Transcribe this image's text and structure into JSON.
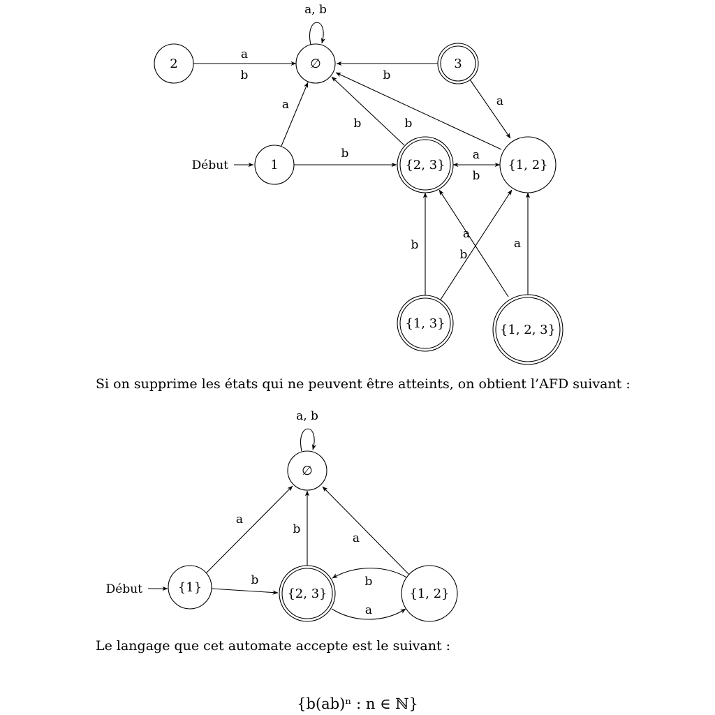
{
  "diagram1": {
    "states": {
      "empty": "∅",
      "s2": "2",
      "s3": "3",
      "s1": "1",
      "s23": "{2, 3}",
      "s12": "{1, 2}",
      "s13": "{1, 3}",
      "s123": "{1, 2, 3}"
    },
    "start_label": "Début",
    "edges": {
      "loop_empty": "a, b",
      "s2_empty_a": "a",
      "s2_empty_b": "b",
      "s3_empty": "b",
      "s1_empty": "a",
      "s3_s12": "a",
      "s23_empty": "b",
      "s12_empty": "b",
      "s1_s23": "b",
      "s23_s12": "a",
      "s12_s23": "b",
      "s13_s23": "b",
      "s13_s12": "b",
      "s123_s23": "a",
      "s123_s12": "a"
    }
  },
  "paragraph1": "Si on supprime les états qui ne peuvent être atteints, on obtient l’AFD suivant :",
  "diagram2": {
    "states": {
      "empty": "∅",
      "s1": "{1}",
      "s23": "{2, 3}",
      "s12": "{1, 2}"
    },
    "start_label": "Début",
    "edges": {
      "loop_empty": "a, b",
      "s1_empty": "a",
      "s23_empty": "b",
      "s12_empty": "a",
      "s1_s23": "b",
      "s12_s23": "b",
      "s23_s12": "a"
    }
  },
  "paragraph2": "Le langage que cet automate accepte est le suivant :",
  "formula": "{b(ab)ⁿ : n ∈ ℕ}"
}
